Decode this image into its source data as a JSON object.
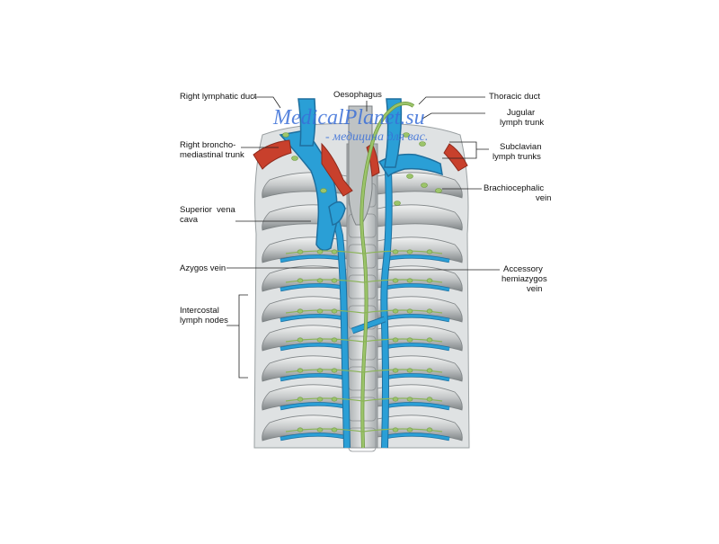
{
  "labels": {
    "right_lymphatic_duct": "Right lymphatic duct",
    "oesophagus": "Oesophagus",
    "thoracic_duct": "Thoracic duct",
    "jugular_line1": "Jugular",
    "jugular_line2": "lymph trunk",
    "right_broncho_line1": "Right broncho-",
    "right_broncho_line2": "mediastinal trunk",
    "subclavian_line1": "Subclavian",
    "subclavian_line2": "lymph trunks",
    "brachiocephalic_line1": "Brachiocephalic",
    "brachiocephalic_line2": "vein",
    "svc_line1": "Superior  vena",
    "svc_line2": "cava",
    "azygos": "Azygos vein",
    "accessory_line1": "Accessory",
    "accessory_line2": "hemiazygos",
    "accessory_line3": "vein",
    "intercostal_line1": "Intercostal",
    "intercostal_line2": "lymph nodes"
  },
  "watermark": {
    "line1": "MedicalPlanet.su",
    "line2": "- медицина для вас."
  },
  "colors": {
    "vein": "#2a9fd6",
    "vein_dark": "#1f6f9e",
    "artery": "#c8402c",
    "lymph": "#9cc46a",
    "rib": "#c9cccd",
    "rib_dark": "#8d9294",
    "background": "#e8eaeb"
  }
}
